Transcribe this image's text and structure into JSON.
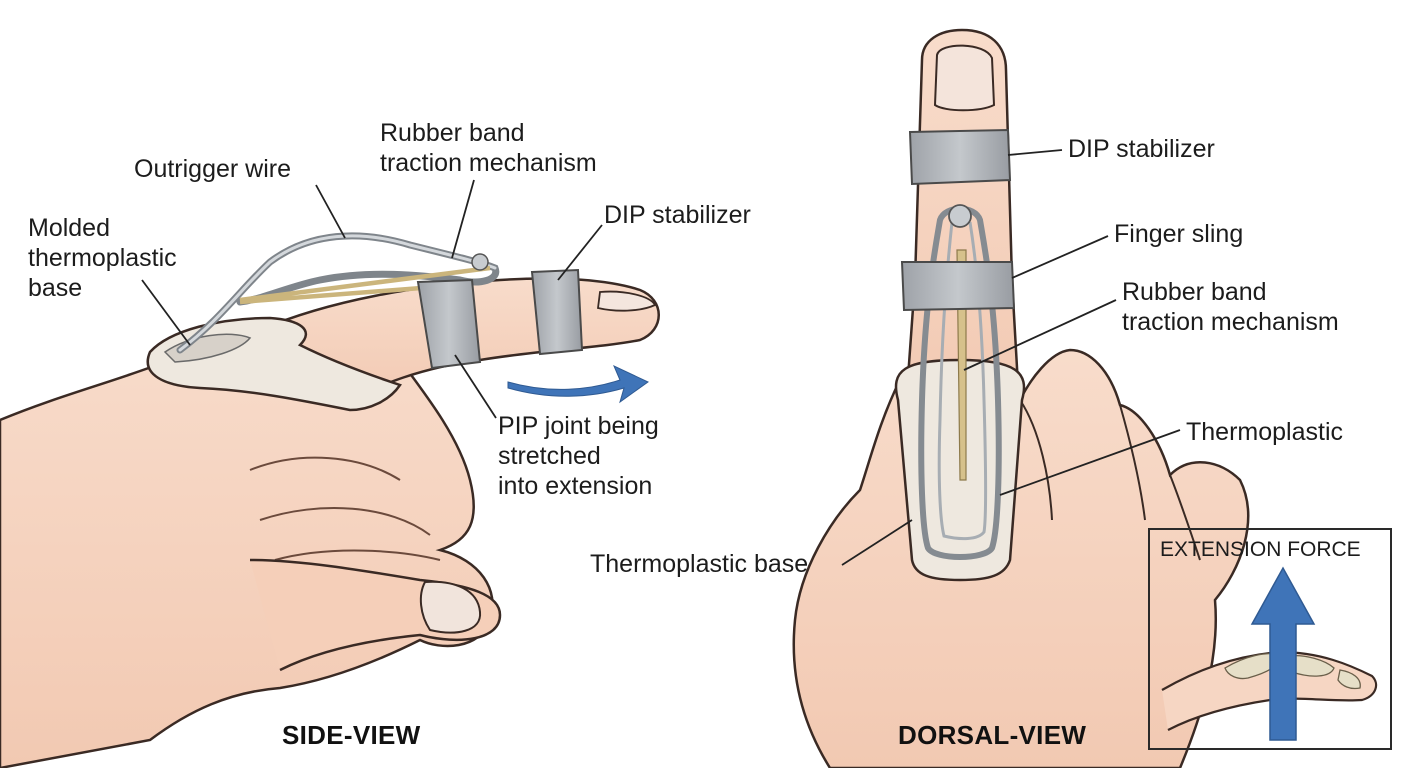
{
  "views": {
    "side": {
      "title": "SIDE-VIEW",
      "labels": {
        "base": "Molded\nthermoplastic\nbase",
        "wire": "Outrigger wire",
        "rubber": "Rubber band\ntraction mechanism",
        "dip": "DIP stabilizer",
        "pip": "PIP joint being\nstretched\ninto extension"
      }
    },
    "dorsal": {
      "title": "DORSAL-VIEW",
      "labels": {
        "dip": "DIP stabilizer",
        "sling": "Finger sling",
        "rubber": "Rubber band\ntraction mechanism",
        "thermo": "Thermoplastic",
        "base": "Thermoplastic base"
      }
    }
  },
  "inset": {
    "title": "EXTENSION FORCE"
  },
  "colors": {
    "skin": "#f6d6c3",
    "skin_outline": "#3a2a24",
    "splint": "#efe9e1",
    "wire": "#9aa0a6",
    "rubber": "#d9c48e",
    "strap": "#a9adb2",
    "arrow": "#3f74b8"
  }
}
